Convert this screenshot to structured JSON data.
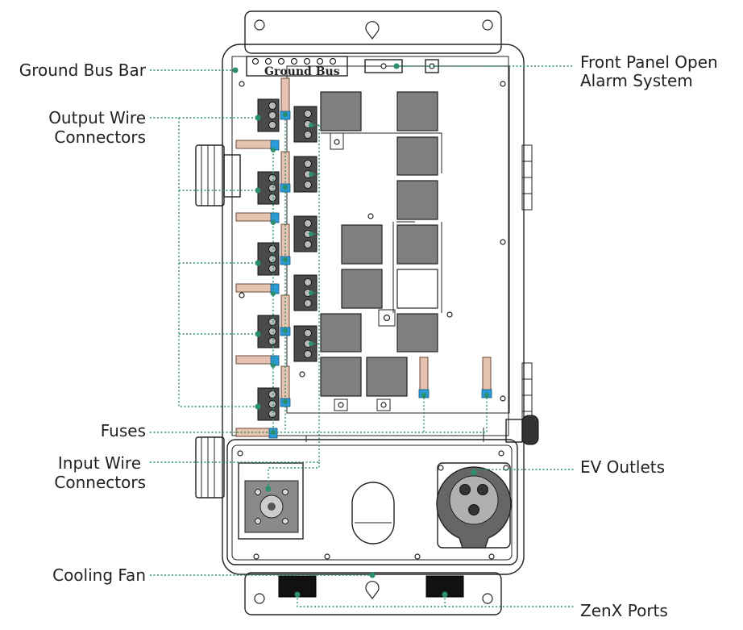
{
  "labels": {
    "ground_bus_bar": "Ground Bus Bar",
    "output_wire_1": "Output Wire",
    "output_wire_2": "Connectors",
    "fuses": "Fuses",
    "input_wire_1": "Input Wire",
    "input_wire_2": "Connectors",
    "cooling_fan": "Cooling Fan",
    "front_panel_1": "Front Panel Open",
    "front_panel_2": "Alarm System",
    "ev_outlets": "EV Outlets",
    "zenx_ports": "ZenX Ports"
  },
  "bus_label": "Ground Bus",
  "colors": {
    "leader": "#2a8f6b",
    "relay": "#7f7f7f",
    "fuse_wire": "#e6c3b0",
    "fuse_cap": "#2a9ad8"
  }
}
